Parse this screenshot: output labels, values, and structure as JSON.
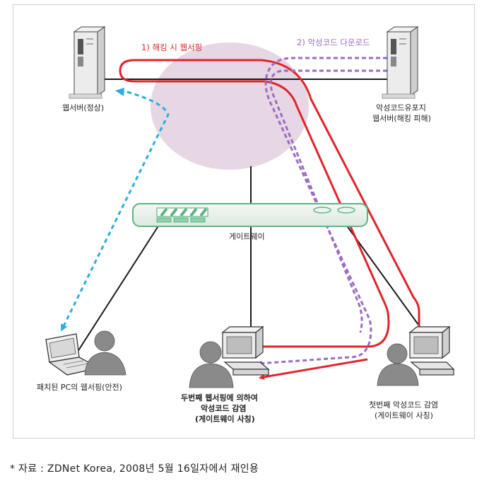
{
  "labels": {
    "web_server_normal": "웹서버(정상)",
    "malware_server_line1": "악성코드유포지",
    "malware_server_line2": "웹서버(해킹 피해)",
    "gateway": "게이트웨이",
    "patched_pc": "패치된 PC의 웹서핑(안전)",
    "second_infect_line1": "두번째 웹서핑에 의하여",
    "second_infect_line2": "악성코드 감염",
    "second_infect_line3": "(게이트웨이 사칭)",
    "first_infect_line1": "첫번째 악성코드 감염",
    "first_infect_line2": "(게이트웨이 사칭)"
  },
  "flows": {
    "hacking_surf": "1) 해킹 시 웹서핑",
    "malware_download": "2) 악성코드 다운로드"
  },
  "caption": "* 자료 : ZDNet Korea, 2008년 5월 16일자에서 재인용",
  "colors": {
    "red_flow": "#e0242d",
    "purple_flow": "#9a6cc4",
    "cyan_flow": "#2aaedc",
    "cloud": "#e7d6e3",
    "gateway_green": "#5fb386"
  }
}
